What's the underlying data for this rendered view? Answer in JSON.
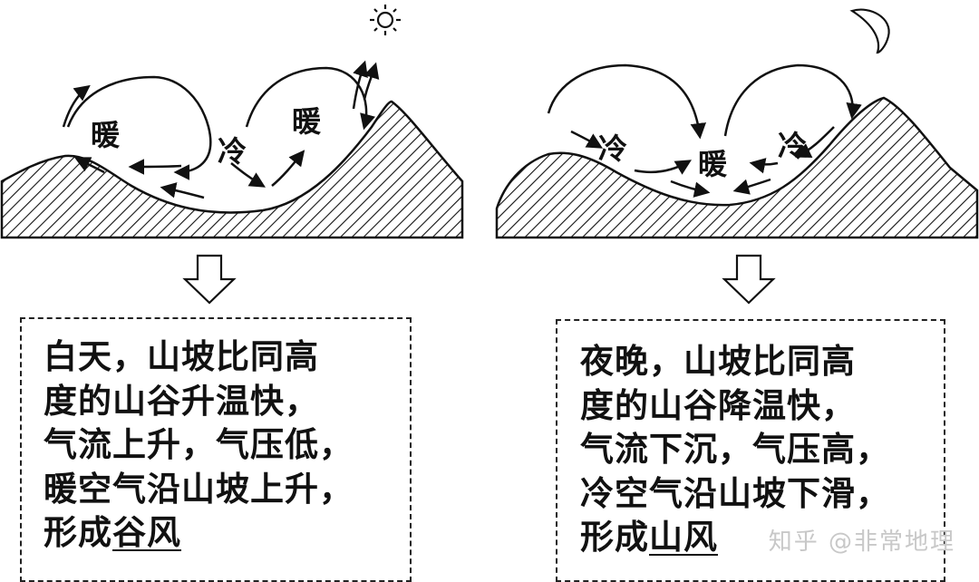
{
  "left": {
    "labels": {
      "warm_a": "暖",
      "cold": "冷",
      "warm_b": "暖"
    },
    "icon": "sun-icon",
    "lines": [
      "白天，山坡比同高",
      "度的山谷升温快，",
      "气流上升，气压低，",
      "暖空气沿山坡上升，"
    ],
    "last_prefix": "形成",
    "last_term": "谷风"
  },
  "right": {
    "labels": {
      "cold_a": "冷",
      "warm": "暖",
      "cold_b": "冷"
    },
    "icon": "moon-icon",
    "lines": [
      "夜晚，山坡比同高",
      "度的山谷降温快，",
      "气流下沉，气压高，",
      "冷空气沿山坡下滑，"
    ],
    "last_prefix": "形成",
    "last_term": "山风"
  },
  "watermark": "知乎 @非常地理"
}
